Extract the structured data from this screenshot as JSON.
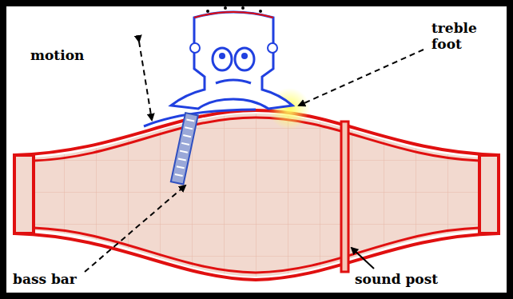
{
  "diagram": {
    "labels": [
      "motion",
      "treble foot",
      "bass bar",
      "sound post"
    ]
  }
}
